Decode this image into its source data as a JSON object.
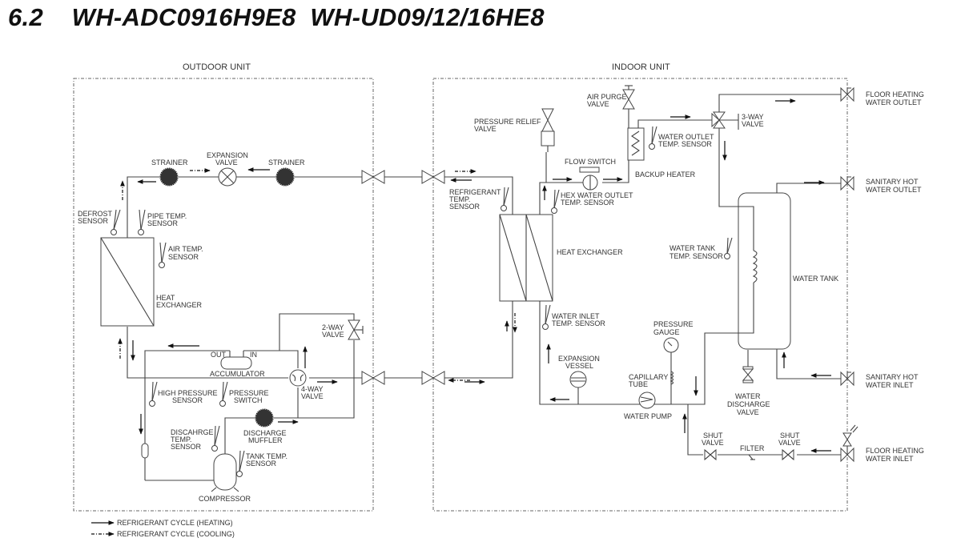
{
  "header": {
    "section_number": "6.2",
    "models": "WH-ADC0916H9E8  WH-UD09/12/16HE8"
  },
  "outdoor_unit": {
    "title": "OUTDOOR UNIT",
    "labels": {
      "strainer_left": "STRAINER",
      "expansion_valve": [
        "EXPANSION",
        "VALVE"
      ],
      "strainer_right": "STRAINER",
      "defrost_sensor": [
        "DEFROST",
        "SENSOR"
      ],
      "pipe_temp_sensor": [
        "PIPE TEMP.",
        "SENSOR"
      ],
      "air_temp_sensor": [
        "AIR TEMP.",
        "SENSOR"
      ],
      "heat_exchanger": [
        "HEAT",
        "EXCHANGER"
      ],
      "two_way_valve": [
        "2-WAY",
        "VALVE"
      ],
      "accumulator": "ACCUMULATOR",
      "accumulator_out": "OUT",
      "accumulator_in": "IN",
      "four_way_valve": [
        "4-WAY",
        "VALVE"
      ],
      "high_pressure_sensor": [
        "HIGH PRESSURE",
        "SENSOR"
      ],
      "pressure_switch": [
        "PRESSURE",
        "SWITCH"
      ],
      "discharge_temp_sensor": [
        "DISCAHRGE",
        "TEMP.",
        "SENSOR"
      ],
      "discharge_muffler": [
        "DISCHARGE",
        "MUFFLER"
      ],
      "tank_temp_sensor": [
        "TANK TEMP.",
        "SENSOR"
      ],
      "compressor": "COMPRESSOR"
    }
  },
  "indoor_unit": {
    "title": "INDOOR UNIT",
    "labels": {
      "air_purge_valve": [
        "AIR PURGE",
        "VALVE"
      ],
      "pressure_relief_valve": [
        "PRESSURE RELIEF",
        "VALVE"
      ],
      "water_outlet_temp_sensor": [
        "WATER OUTLET",
        "TEMP. SENSOR"
      ],
      "three_way_valve": [
        "3-WAY",
        "VALVE"
      ],
      "flow_switch": "FLOW SWITCH",
      "backup_heater": "BACKUP HEATER",
      "refrigerant_temp_sensor": [
        "REFRIGERANT",
        "TEMP.",
        "SENSOR"
      ],
      "hex_water_outlet_temp_sensor": [
        "HEX WATER OUTLET",
        "TEMP. SENSOR"
      ],
      "heat_exchanger": "HEAT EXCHANGER",
      "water_tank_temp_sensor": [
        "WATER TANK",
        "TEMP. SENSOR"
      ],
      "water_tank": "WATER TANK",
      "water_inlet_temp_sensor": [
        "WATER INLET",
        "TEMP. SENSOR"
      ],
      "pressure_gauge": [
        "PRESSURE",
        "GAUGE"
      ],
      "expansion_vessel": [
        "EXPANSION",
        "VESSEL"
      ],
      "capillary_tube": [
        "CAPILLARY",
        "TUBE"
      ],
      "water_pump": "WATER PUMP",
      "water_discharge_valve": [
        "WATER",
        "DISCHARGE",
        "VALVE"
      ],
      "shut_valve_left": [
        "SHUT",
        "VALVE"
      ],
      "filter": "FILTER",
      "shut_valve_right": [
        "SHUT",
        "VALVE"
      ]
    }
  },
  "connections": {
    "floor_heating_water_outlet": [
      "FLOOR HEATING",
      "WATER OUTLET"
    ],
    "sanitary_hot_water_outlet": [
      "SANITARY HOT",
      "WATER OUTLET"
    ],
    "sanitary_hot_water_inlet": [
      "SANITARY HOT",
      "WATER INLET"
    ],
    "floor_heating_water_inlet": [
      "FLOOR HEATING",
      "WATER INLET"
    ]
  },
  "legend": {
    "heating": "REFRIGERANT CYCLE (HEATING)",
    "cooling": "REFRIGERANT CYCLE (COOLING)"
  }
}
